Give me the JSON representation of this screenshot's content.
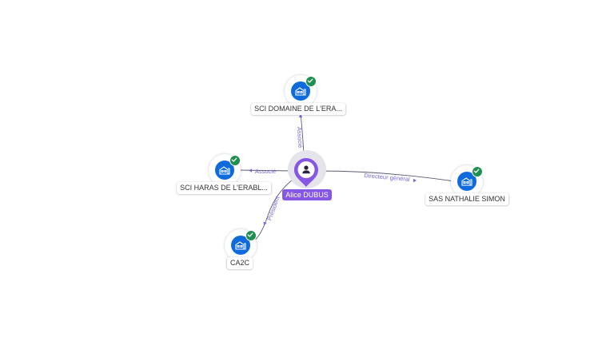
{
  "person": {
    "name": "Alice DUBUS",
    "icon": "user-icon",
    "color": "#8656e6"
  },
  "companies": [
    {
      "id": "sci-domaine",
      "label": "SCI DOMAINE DE L'ERA...",
      "icon": "building-icon",
      "verified": true
    },
    {
      "id": "sci-haras",
      "label": "SCI HARAS DE L'ERABL...",
      "icon": "building-icon",
      "verified": true
    },
    {
      "id": "sas-nathalie",
      "label": "SAS NATHALIE SIMON",
      "icon": "building-icon",
      "verified": true
    },
    {
      "id": "ca2c",
      "label": "CA2C",
      "icon": "building-icon",
      "verified": true
    }
  ],
  "relations": [
    {
      "to": "sci-domaine",
      "label": "Associé"
    },
    {
      "to": "sci-haras",
      "label": "Associé"
    },
    {
      "to": "sas-nathalie",
      "label": "Directeur général"
    },
    {
      "to": "ca2c",
      "label": "Président"
    }
  ],
  "colors": {
    "company_icon": "#0f6bdc",
    "verified_badge": "#1e8f4e",
    "relation_label": "#7468d8",
    "edge": "#5a5a72"
  }
}
